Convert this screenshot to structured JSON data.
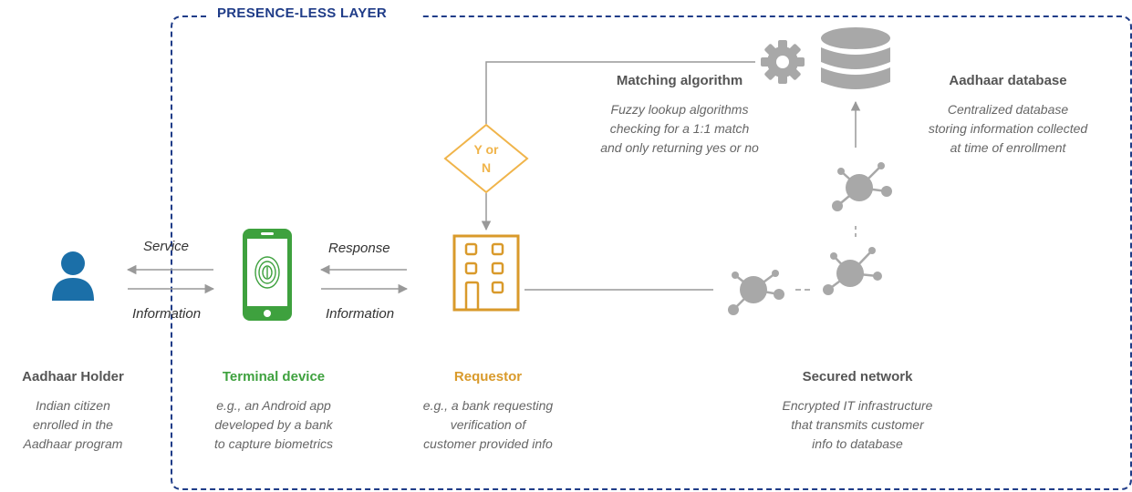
{
  "layer": {
    "title": "PRESENCE-LESS LAYER"
  },
  "colors": {
    "holder": "#1b6fa8",
    "terminal": "#3ea13e",
    "requestor": "#d99a2b",
    "gray": "#a8a8a8",
    "text_dark": "#555555",
    "layer_border": "#1f3c88"
  },
  "holder": {
    "title": "Aadhaar Holder",
    "desc": [
      "Indian citizen",
      "enrolled in the",
      "Aadhaar program"
    ],
    "icon": "person-icon"
  },
  "terminal": {
    "title": "Terminal device",
    "desc": [
      "e.g., an Android app",
      "developed by a bank",
      "to capture biometrics"
    ],
    "icon": "smartphone-fingerprint-icon"
  },
  "requestor": {
    "title": "Requestor",
    "desc": [
      "e.g., a bank requesting",
      "verification of",
      "customer provided info"
    ],
    "icon": "building-icon"
  },
  "network": {
    "title": "Secured network",
    "desc": [
      "Encrypted IT infrastructure",
      "that transmits customer",
      "info to database"
    ],
    "icon": "network-node-icon"
  },
  "database": {
    "title": "Aadhaar database",
    "desc": [
      "Centralized database",
      "storing information collected",
      "at time of enrollment"
    ],
    "icon": "database-icon"
  },
  "matching": {
    "title": "Matching algorithm",
    "desc": [
      "Fuzzy lookup algorithms",
      "checking for a 1:1 match",
      "and only returning yes or no"
    ],
    "icon": "gear-icon"
  },
  "decision": {
    "line1": "Y or",
    "line2": "N"
  },
  "arrows": {
    "service": "Service",
    "information_left": "Information",
    "response": "Response",
    "information_right": "Information"
  }
}
